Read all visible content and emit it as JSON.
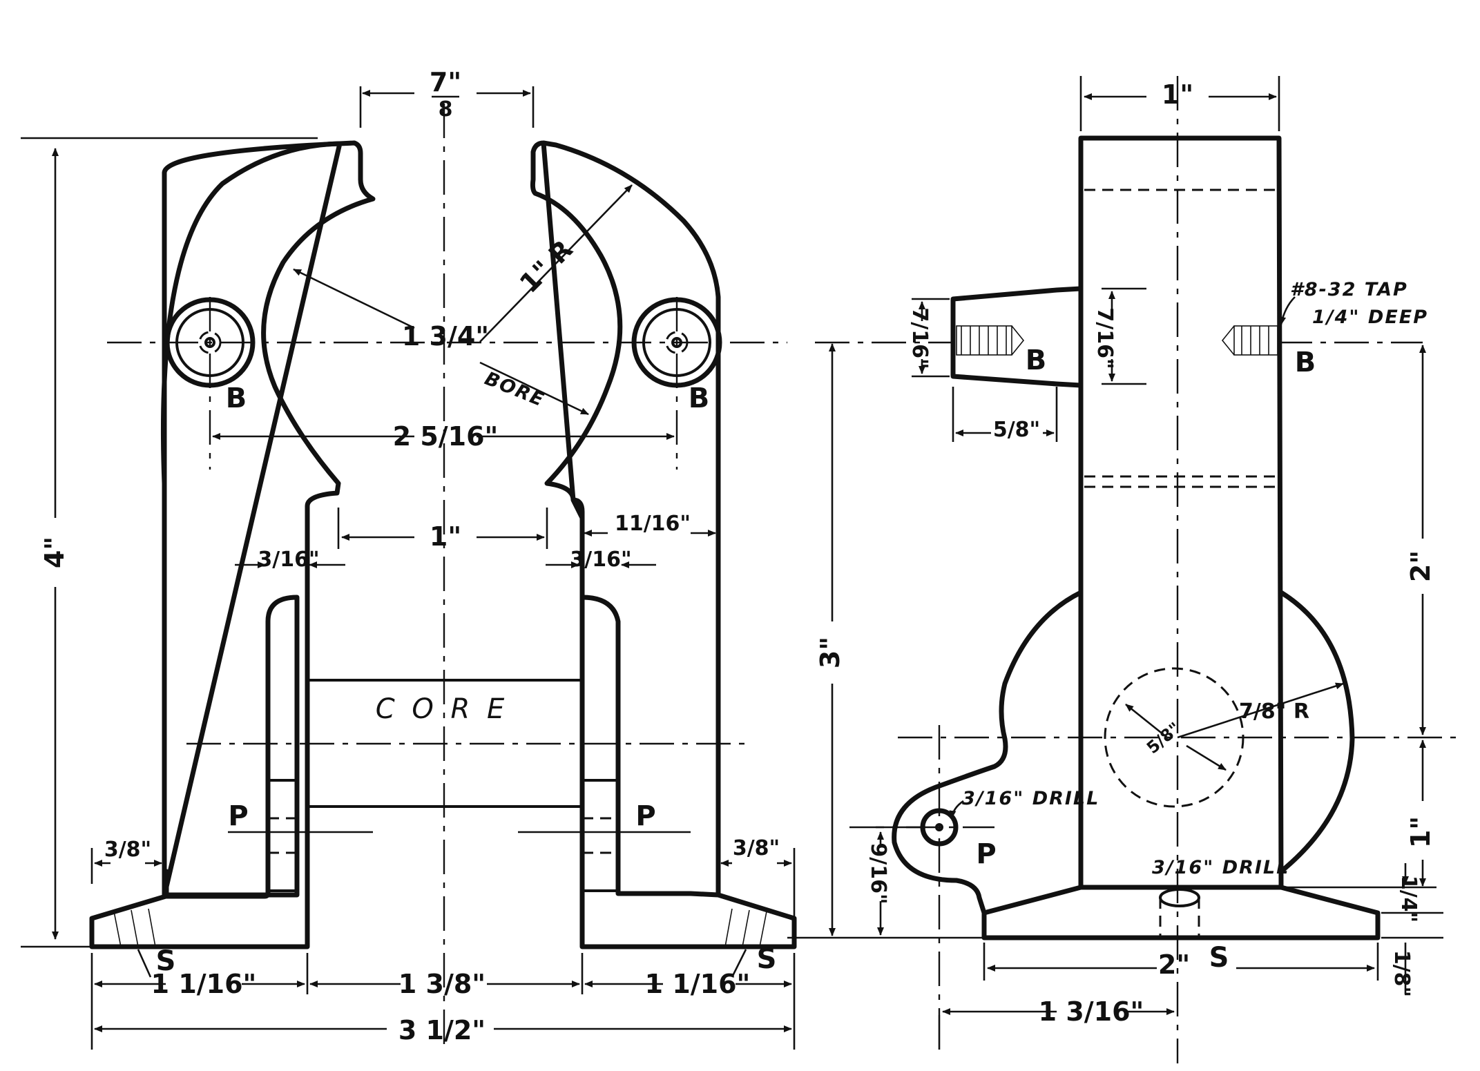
{
  "front_view": {
    "top_gap": "7\"",
    "top_gap_den": "8",
    "overall_height": "4\"",
    "bore_dia": "1 3/4\"",
    "bore_note": "BORE",
    "bore_radius": "1\" R",
    "bolt_spacing": "2 5/16\"",
    "inner_gap": "1\"",
    "web_thickness_left": "3/16\"",
    "web_thickness_right": "3/16\"",
    "right_offset": "11/16\"",
    "core_label": "C O R E",
    "point_labels": [
      "B",
      "B",
      "P",
      "P",
      "S",
      "S"
    ],
    "foot_left": "3/8\"",
    "foot_right": "3/8\"",
    "bottom_left": "1 1/16\"",
    "bottom_mid": "1 3/8\"",
    "bottom_right": "1 1/16\"",
    "overall_width": "3 1/2\""
  },
  "side_view": {
    "top_width": "1\"",
    "boss_height": "7/16\"",
    "boss_label": "B",
    "boss_length": "5/8\"",
    "tap_note_line1": "#8-32 TAP",
    "tap_note_line2": "1/4\" DEEP",
    "tap_label": "B",
    "height_3": "3\"",
    "height_2": "2\"",
    "height_1": "1\"",
    "arc_radius": "7/8\" R",
    "small_dia": "5/8\"",
    "drill_note_1": "3/16\" DRILL",
    "drill_label_p": "P",
    "drill_offset": "9/16\"",
    "drill_note_2": "3/16\" DRILL",
    "base_thickness": "1/4\"",
    "base_step": "1/8\"",
    "base_width": "2\"",
    "base_label_s": "S",
    "base_offset": "1 3/16\""
  }
}
